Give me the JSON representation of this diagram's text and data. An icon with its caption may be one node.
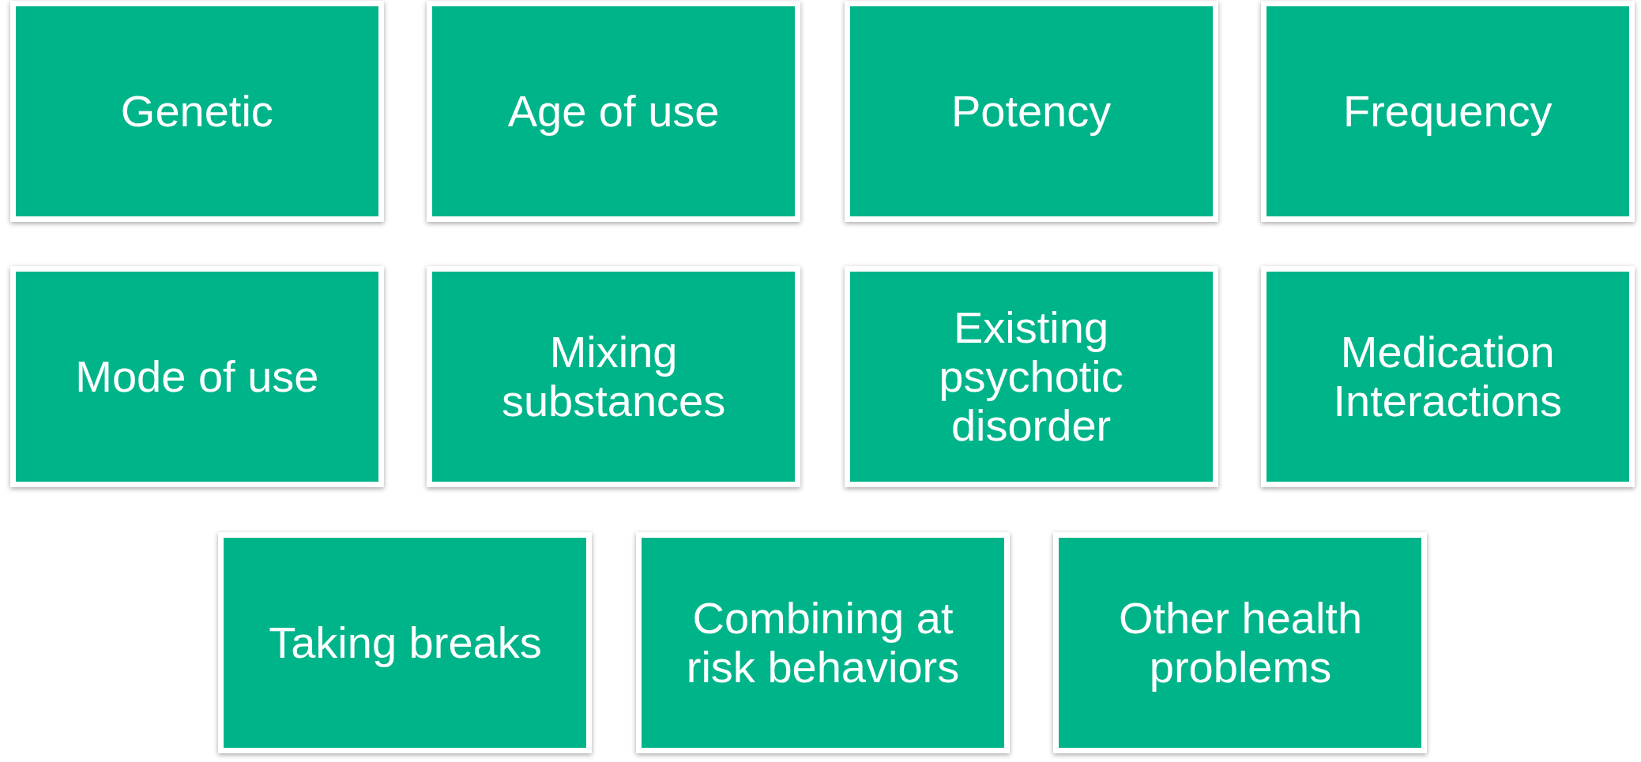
{
  "diagram": {
    "nodes": [
      {
        "text": [
          "Genetic"
        ]
      },
      {
        "text": [
          "Age of use"
        ]
      },
      {
        "text": [
          "Potency"
        ]
      },
      {
        "text": [
          "Frequency"
        ]
      },
      {
        "text": [
          "Mode of use"
        ]
      },
      {
        "text": [
          "Mixing substances"
        ]
      },
      {
        "text": [
          "Existing psychotic disorder"
        ]
      },
      {
        "text": [
          "Medication Interactions"
        ]
      },
      {
        "text": [
          "Taking breaks"
        ]
      },
      {
        "text": [
          "Combining at risk behaviors"
        ]
      },
      {
        "text": [
          "Other health problems"
        ]
      }
    ]
  }
}
